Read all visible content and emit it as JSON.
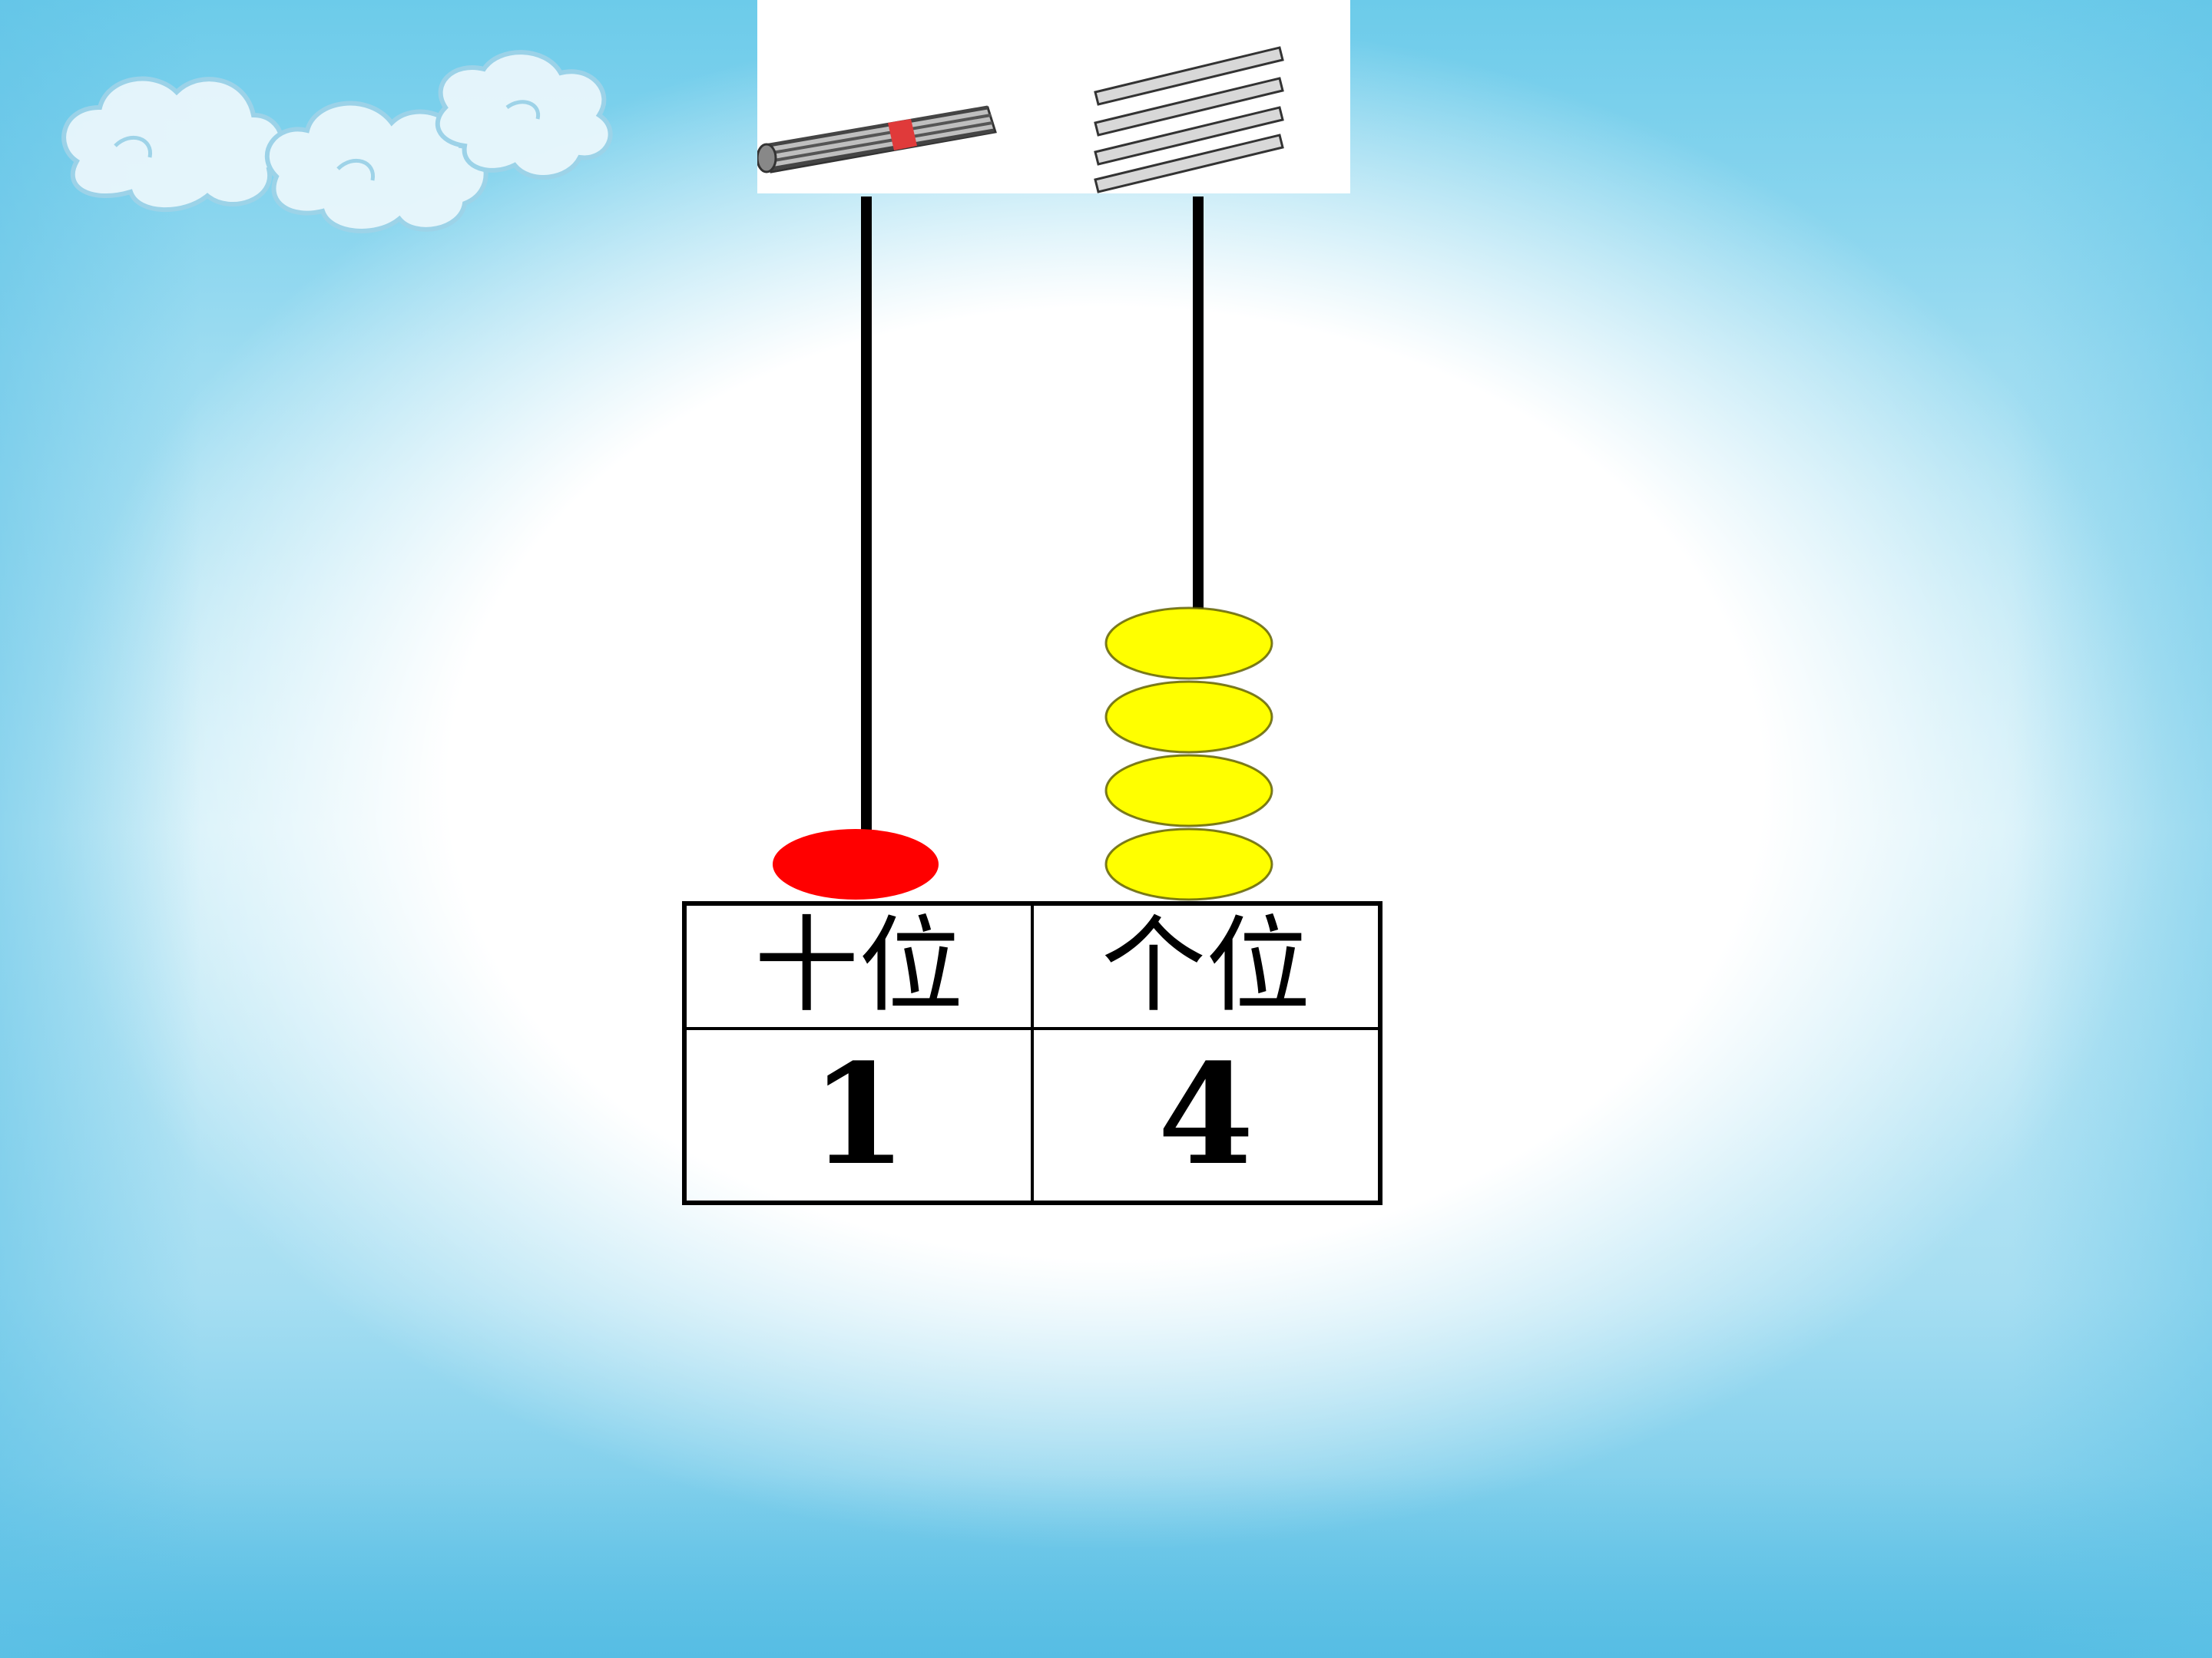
{
  "place_value_table": {
    "headers": [
      "十位",
      "个位"
    ],
    "values": [
      "1",
      "4"
    ]
  },
  "abacus": {
    "rods": [
      {
        "place": "tens",
        "bead_count": 1,
        "bead_color": "#ff0000"
      },
      {
        "place": "ones",
        "bead_count": 4,
        "bead_color": "#ffff00"
      }
    ]
  },
  "sticks_picture": {
    "bundle_of_ten": 1,
    "single_sticks": 4
  },
  "colors": {
    "background_blue": "#6ccbea",
    "tens_bead": "#ff0000",
    "ones_bead": "#ffff00",
    "rod": "#000000"
  }
}
